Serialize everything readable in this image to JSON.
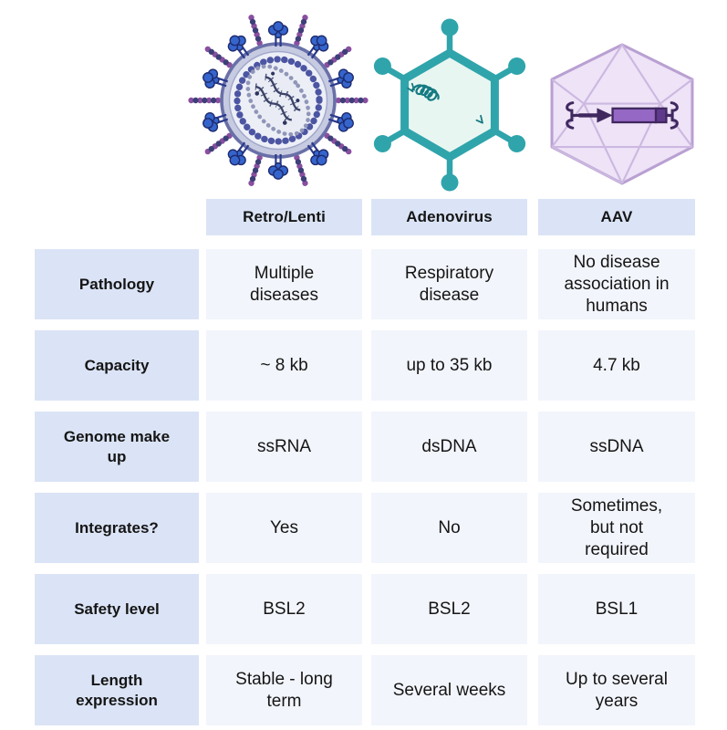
{
  "header": {
    "columns": [
      {
        "label": "Retro/Lenti",
        "illustration": "retrovirus-lentivirus"
      },
      {
        "label": "Adenovirus",
        "illustration": "adenovirus"
      },
      {
        "label": "AAV",
        "illustration": "aav-icosahedral-capsid"
      }
    ]
  },
  "rows": [
    {
      "label": "Pathology",
      "values": [
        "Multiple diseases",
        "Respiratory disease",
        "No disease association in humans"
      ]
    },
    {
      "label": "Capacity",
      "values": [
        "~ 8 kb",
        "up to 35 kb",
        "4.7 kb"
      ]
    },
    {
      "label": "Genome make up",
      "values": [
        "ssRNA",
        "dsDNA",
        "ssDNA"
      ]
    },
    {
      "label": "Integrates?",
      "values": [
        "Yes",
        "No",
        "Sometimes, but not required"
      ]
    },
    {
      "label": "Safety level",
      "values": [
        "BSL2",
        "BSL2",
        "BSL1"
      ]
    },
    {
      "label": "Length expression",
      "values": [
        "Stable - long term",
        "Several weeks",
        "Up to several years"
      ]
    }
  ],
  "colors": {
    "header_label_bg": "#dbe4f6",
    "value_cell_bg": "#f2f5fb",
    "text": "#151515",
    "retro_envelope": "#6970a8",
    "retro_envelope_fill": "#c7cbe1",
    "retro_spike_blue": "#3565cc",
    "retro_bead_purple": "#8a4fa0",
    "retro_bead_navy": "#3d3f78",
    "adeno_teal": "#2fa4ab",
    "adeno_fill": "#e8f6f1",
    "aav_shell_line": "#b9a0d2",
    "aav_shell_fill": "#eee3f7",
    "aav_gene_purple": "#9468c4",
    "aav_dark_purple": "#40285f"
  }
}
